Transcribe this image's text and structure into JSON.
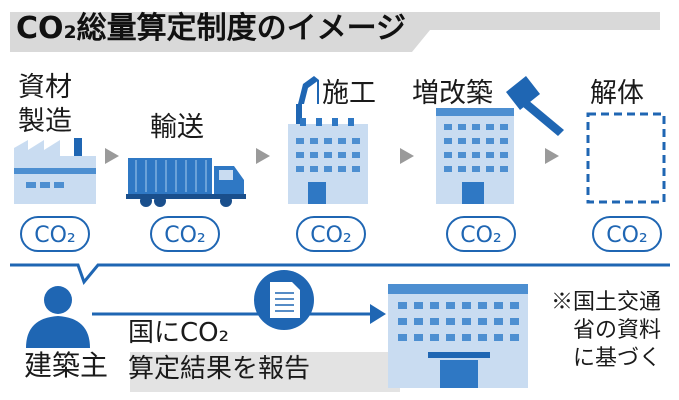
{
  "title": "CO₂総量算定制度のイメージ",
  "stages": [
    {
      "label_line1": "資材",
      "label_line2": "製造",
      "badge": "CO₂"
    },
    {
      "label_line1": "輸送",
      "label_line2": "",
      "badge": "CO₂"
    },
    {
      "label_line1": "施工",
      "label_line2": "",
      "badge": "CO₂"
    },
    {
      "label_line1": "増改築",
      "label_line2": "",
      "badge": "CO₂"
    },
    {
      "label_line1": "解体",
      "label_line2": "",
      "badge": "CO₂"
    }
  ],
  "owner_label": "建築主",
  "report_line1": "国にCO₂",
  "report_line2": "算定結果を報告",
  "note_lines": [
    "※国土交通",
    "省の資料",
    "に基づく"
  ],
  "colors": {
    "accent_blue": "#1f66b3",
    "light_blue": "#c9dcf1",
    "mid_blue": "#4d8fd1",
    "gray_band": "#d9d9d9"
  }
}
